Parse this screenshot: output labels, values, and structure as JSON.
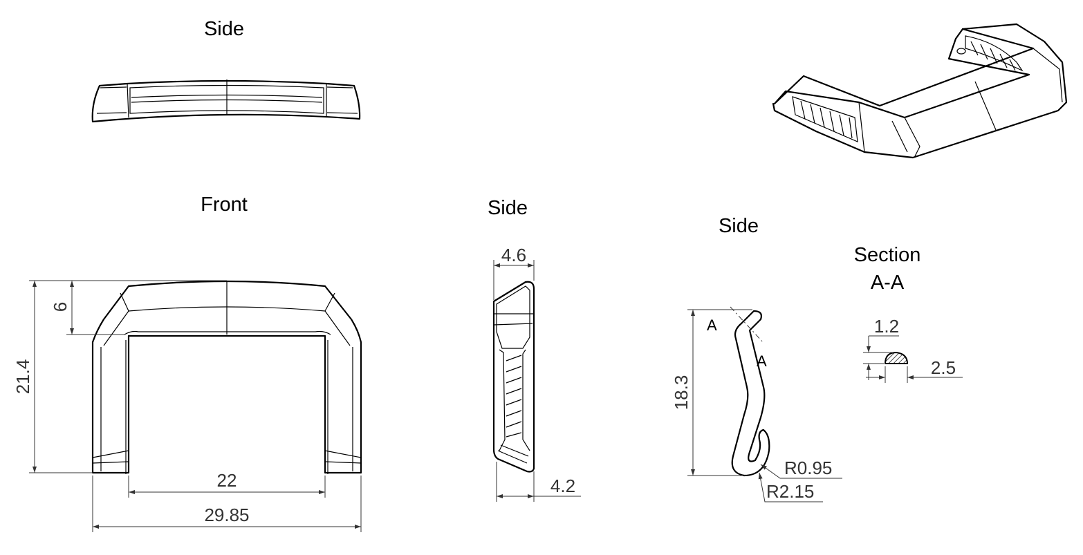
{
  "views": {
    "side_top": "Side",
    "front": "Front",
    "side_middle": "Side",
    "side_profile": "Side",
    "section": {
      "line1": "Section",
      "line2": "A-A"
    }
  },
  "section_markers": {
    "upper": "A",
    "lower": "A"
  },
  "dimensions": {
    "front_height": "21.4",
    "front_top": "6",
    "front_inner_width": "22",
    "front_outer_width": "29.85",
    "side_top_width": "4.6",
    "side_bottom_width": "4.2",
    "profile_height": "18.3",
    "radius_inner": "R0.95",
    "radius_outer": "R2.15",
    "section_thickness": "1.2",
    "section_width": "2.5"
  },
  "colors": {
    "line": "#000000",
    "dimension": "#333333",
    "background": "#ffffff"
  }
}
